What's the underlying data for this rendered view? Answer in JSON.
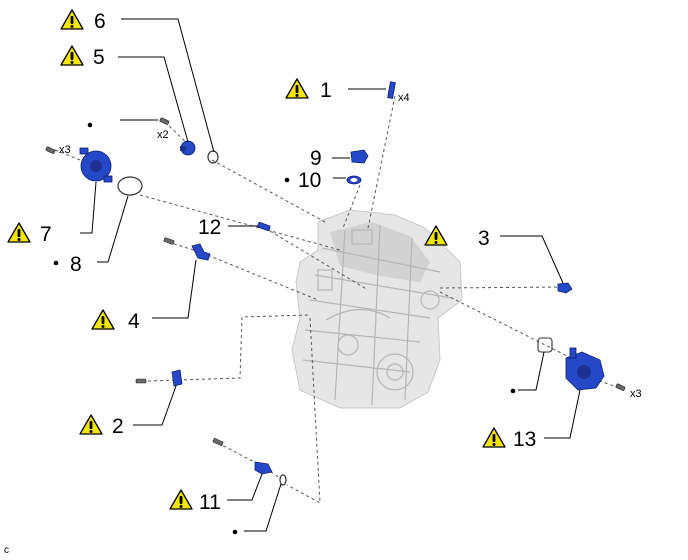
{
  "callouts": {
    "c1": "1",
    "c2": "2",
    "c3": "3",
    "c4": "4",
    "c5": "5",
    "c6": "6",
    "c7": "7",
    "c8": "8",
    "c9": "9",
    "c10": "10",
    "c11": "11",
    "c12": "12",
    "c13": "13"
  },
  "quantities": {
    "q1": "x4",
    "q5": "x2",
    "q7": "x3",
    "q13": "x3"
  },
  "corner_label": "c",
  "colors": {
    "part": "#2548c8",
    "warning": "#f2e600",
    "engine": "#e6e6e6"
  },
  "icons": {
    "warning": "warning-triangle-icon",
    "bullet": "bullet-dot-icon"
  }
}
